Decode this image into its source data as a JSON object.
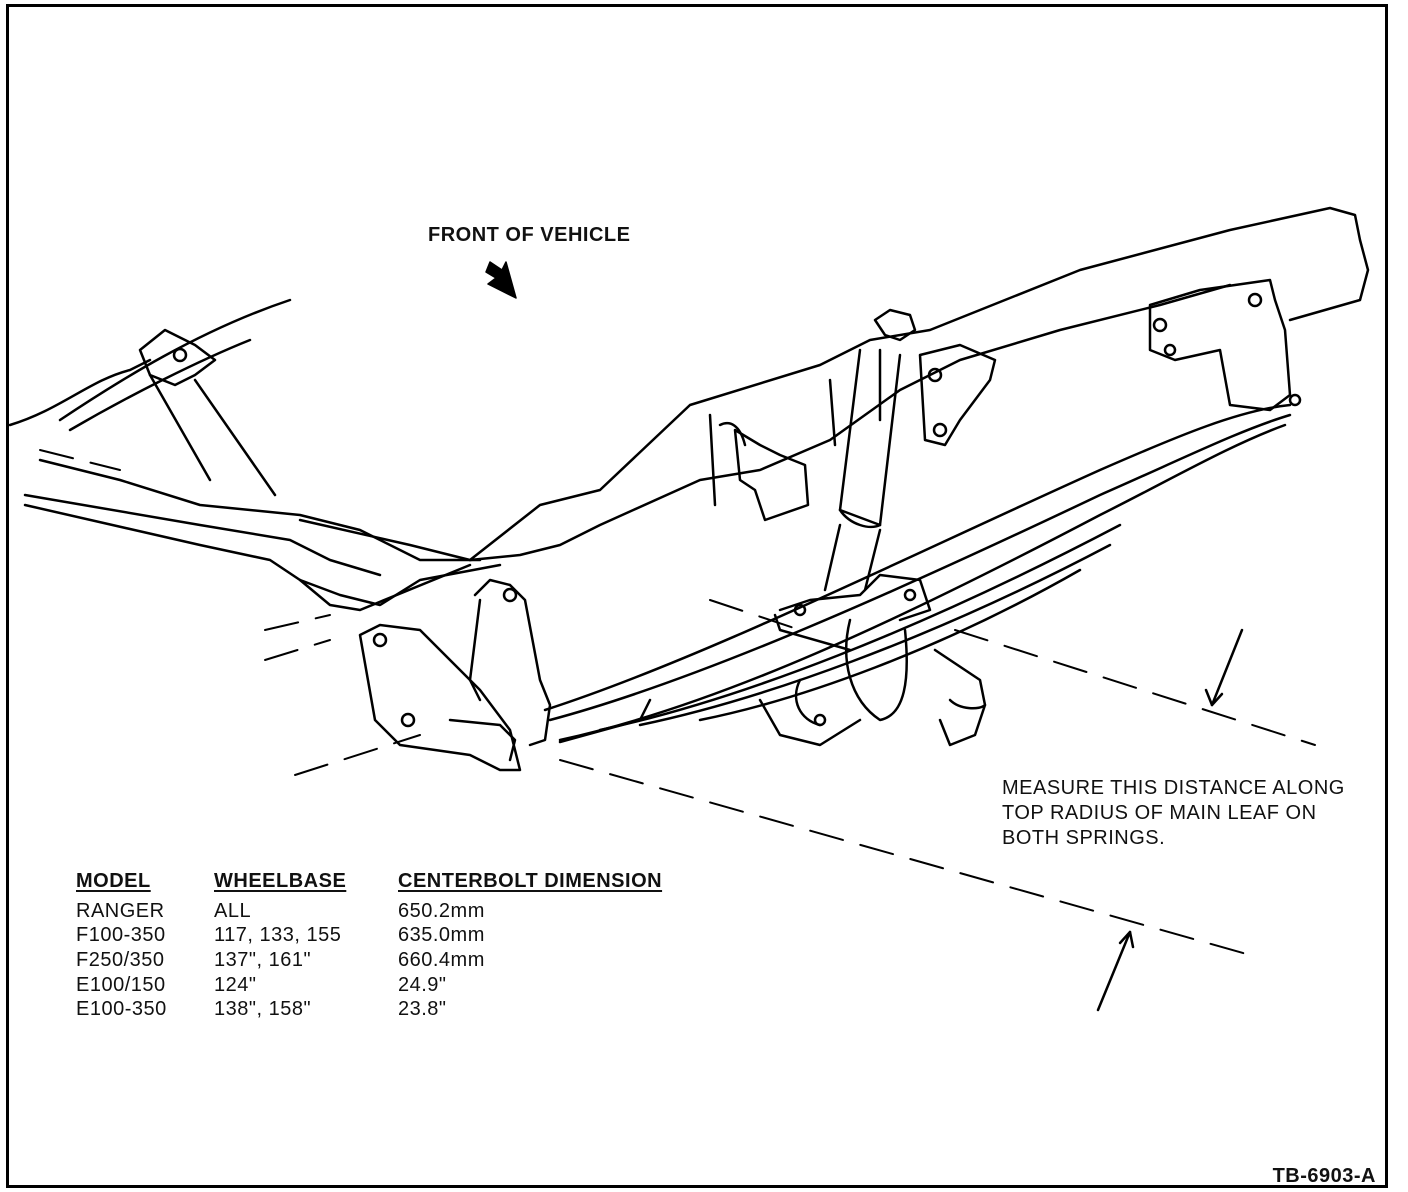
{
  "labels": {
    "front_of_vehicle": "FRONT OF VEHICLE",
    "figure_id": "TB-6903-A"
  },
  "measure_note": {
    "lines": [
      "MEASURE THIS DISTANCE ALONG",
      "TOP RADIUS OF MAIN LEAF ON",
      "BOTH SPRINGS."
    ]
  },
  "spec_table": {
    "headers": [
      "MODEL",
      "WHEELBASE",
      "CENTERBOLT DIMENSION"
    ],
    "rows": [
      [
        "RANGER",
        "ALL",
        "650.2mm"
      ],
      [
        "F100-350",
        "117, 133, 155",
        "635.0mm"
      ],
      [
        "F250/350",
        "137\", 161\"",
        "660.4mm"
      ],
      [
        "E100/150",
        "124\"",
        "24.9\""
      ],
      [
        "E100-350",
        "138\", 158\"",
        "23.8\""
      ]
    ]
  }
}
